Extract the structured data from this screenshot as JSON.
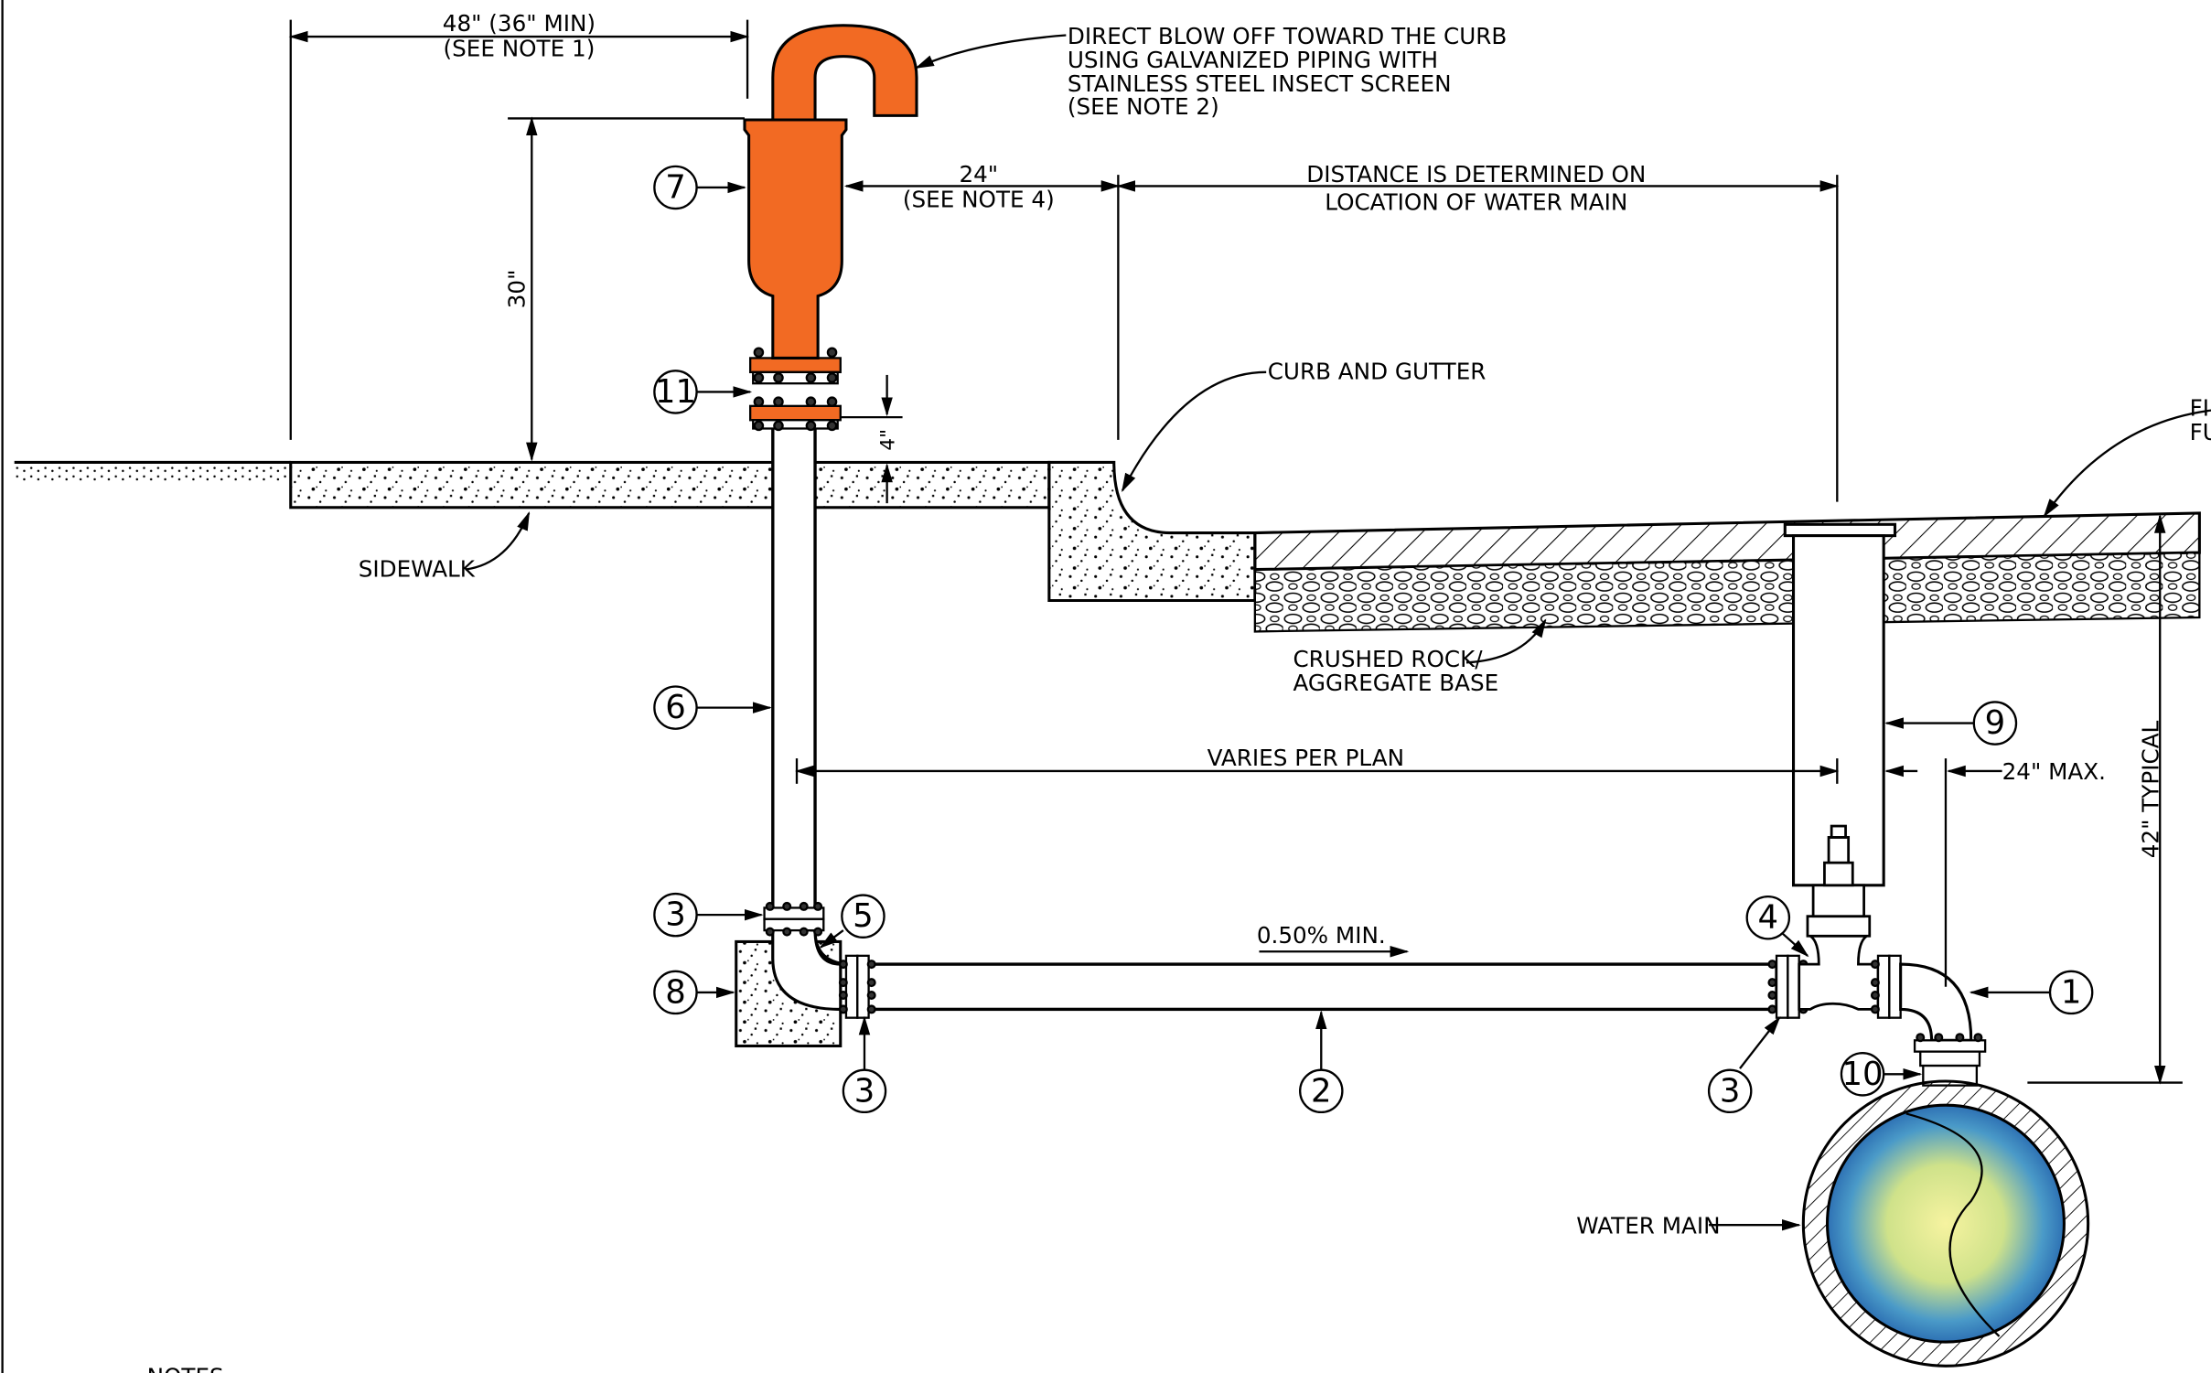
{
  "labels": {
    "dim_width_1": "48\" (36\" MIN)",
    "dim_width_2": "(SEE NOTE 1)",
    "blowoff_1": "DIRECT BLOW OFF TOWARD THE CURB",
    "blowoff_2": "USING GALVANIZED PIPING WITH",
    "blowoff_3": "STAINLESS STEEL INSECT SCREEN",
    "blowoff_4": "(SEE NOTE 2)",
    "dim_24_1": "24\"",
    "dim_24_2": "(SEE NOTE 4)",
    "distance_1": "DISTANCE IS DETERMINED ON",
    "distance_2": "LOCATION OF WATER MAIN",
    "dim_30": "30\"",
    "dim_4": "4\"",
    "curb": "CURB AND GUTTER",
    "finish_1": "FI",
    "finish_2": "FU",
    "sidewalk": "SIDEWALK",
    "rock_1": "CRUSHED ROCK/",
    "rock_2": "AGGREGATE BASE",
    "varies": "VARIES PER PLAN",
    "max24": "24\" MAX.",
    "typ42": "42\" TYPICAL",
    "slope": "0.50% MIN.",
    "water_main": "WATER MAIN",
    "notes": "NOTES"
  },
  "callouts": {
    "c7": "7",
    "c11": "11",
    "c6": "6",
    "c3a": "3",
    "c5": "5",
    "c8": "8",
    "c3b": "3",
    "c2": "2",
    "c3c": "3",
    "c4": "4",
    "c9": "9",
    "c1": "1",
    "c10": "10"
  },
  "colors": {
    "hydrant": "#f26a23",
    "water_outer": "#1e5aa8",
    "water_inner": "#f6f3a0"
  }
}
